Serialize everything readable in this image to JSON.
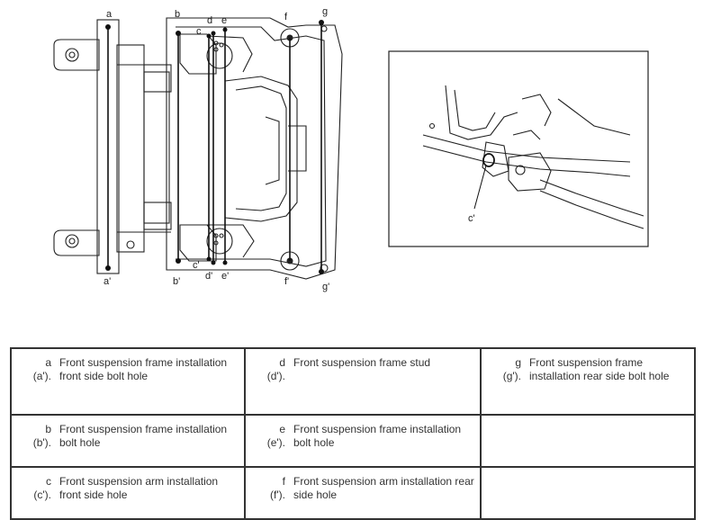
{
  "diagram": {
    "callouts": {
      "a": "a",
      "a_prime": "a'",
      "b": "b",
      "b_prime": "b'",
      "c": "c",
      "c_prime": "c'",
      "d": "d",
      "d_prime": "d'",
      "e": "e",
      "e_prime": "e'",
      "f": "f",
      "f_prime": "f'",
      "g": "g",
      "g_prime": "g'"
    },
    "detail_callout": "c'"
  },
  "legend": {
    "rows": [
      [
        {
          "code": "a",
          "code_prime": "(a').",
          "text": "Front suspension frame installation front side bolt hole"
        },
        {
          "code": "d",
          "code_prime": "(d').",
          "text": "Front suspension frame stud"
        },
        {
          "code": "g",
          "code_prime": "(g').",
          "text": "Front suspension frame installation rear side bolt hole"
        }
      ],
      [
        {
          "code": "b",
          "code_prime": "(b').",
          "text": "Front suspension frame installation bolt hole"
        },
        {
          "code": "e",
          "code_prime": "(e').",
          "text": "Front suspension frame installation bolt hole"
        },
        {
          "code": "",
          "code_prime": "",
          "text": ""
        }
      ],
      [
        {
          "code": "c",
          "code_prime": "(c').",
          "text": "Front suspension arm installation front side hole"
        },
        {
          "code": "f",
          "code_prime": "(f').",
          "text": "Front suspension arm installation rear side hole"
        },
        {
          "code": "",
          "code_prime": "",
          "text": ""
        }
      ]
    ]
  }
}
